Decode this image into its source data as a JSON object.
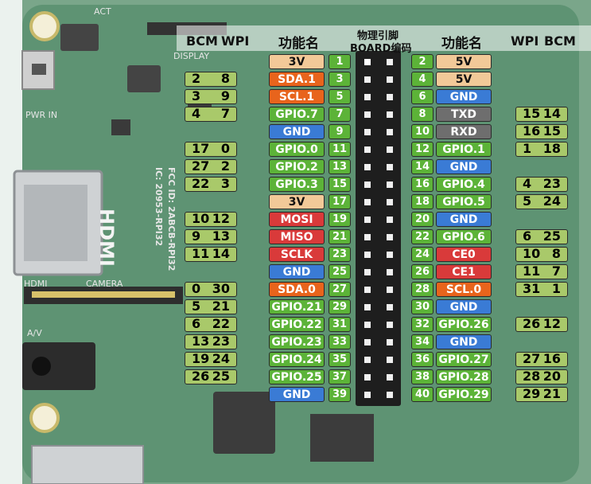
{
  "header": {
    "left_bcm": "BCM",
    "left_wpi": "WPI",
    "left_func": "功能名",
    "center_line1": "物理引脚",
    "center_line2": "BOARD编码",
    "right_func": "功能名",
    "right_wpi": "WPI",
    "right_bcm": "BCM"
  },
  "colors": {
    "power_3v": "#f2c998",
    "power_5v": "#f2c998",
    "gpio": "#5cb338",
    "gnd": "#3a7bd5",
    "i2c": "#e8641c",
    "spi": "#d93a3a",
    "uart": "#6e6e6e",
    "pin_number": "#5cb338",
    "wpi_bcm": "#a9c96a"
  },
  "left_pins": [
    {
      "pin": "1",
      "name": "3V",
      "type": "power",
      "bcm": "",
      "wpi": ""
    },
    {
      "pin": "3",
      "name": "SDA.1",
      "type": "i2c",
      "bcm": "2",
      "wpi": "8"
    },
    {
      "pin": "5",
      "name": "SCL.1",
      "type": "i2c",
      "bcm": "3",
      "wpi": "9"
    },
    {
      "pin": "7",
      "name": "GPIO.7",
      "type": "gpio",
      "bcm": "4",
      "wpi": "7"
    },
    {
      "pin": "9",
      "name": "GND",
      "type": "gnd",
      "bcm": "",
      "wpi": ""
    },
    {
      "pin": "11",
      "name": "GPIO.0",
      "type": "gpio",
      "bcm": "17",
      "wpi": "0"
    },
    {
      "pin": "13",
      "name": "GPIO.2",
      "type": "gpio",
      "bcm": "27",
      "wpi": "2"
    },
    {
      "pin": "15",
      "name": "GPIO.3",
      "type": "gpio",
      "bcm": "22",
      "wpi": "3"
    },
    {
      "pin": "17",
      "name": "3V",
      "type": "power",
      "bcm": "",
      "wpi": ""
    },
    {
      "pin": "19",
      "name": "MOSI",
      "type": "spi",
      "bcm": "10",
      "wpi": "12"
    },
    {
      "pin": "21",
      "name": "MISO",
      "type": "spi",
      "bcm": "9",
      "wpi": "13"
    },
    {
      "pin": "23",
      "name": "SCLK",
      "type": "spi",
      "bcm": "11",
      "wpi": "14"
    },
    {
      "pin": "25",
      "name": "GND",
      "type": "gnd",
      "bcm": "",
      "wpi": ""
    },
    {
      "pin": "27",
      "name": "SDA.0",
      "type": "i2c",
      "bcm": "0",
      "wpi": "30"
    },
    {
      "pin": "29",
      "name": "GPIO.21",
      "type": "gpio",
      "bcm": "5",
      "wpi": "21"
    },
    {
      "pin": "31",
      "name": "GPIO.22",
      "type": "gpio",
      "bcm": "6",
      "wpi": "22"
    },
    {
      "pin": "33",
      "name": "GPIO.23",
      "type": "gpio",
      "bcm": "13",
      "wpi": "23"
    },
    {
      "pin": "35",
      "name": "GPIO.24",
      "type": "gpio",
      "bcm": "19",
      "wpi": "24"
    },
    {
      "pin": "37",
      "name": "GPIO.25",
      "type": "gpio",
      "bcm": "26",
      "wpi": "25"
    },
    {
      "pin": "39",
      "name": "GND",
      "type": "gnd",
      "bcm": "",
      "wpi": ""
    }
  ],
  "right_pins": [
    {
      "pin": "2",
      "name": "5V",
      "type": "power",
      "wpi": "",
      "bcm": ""
    },
    {
      "pin": "4",
      "name": "5V",
      "type": "power",
      "wpi": "",
      "bcm": ""
    },
    {
      "pin": "6",
      "name": "GND",
      "type": "gnd",
      "wpi": "",
      "bcm": ""
    },
    {
      "pin": "8",
      "name": "TXD",
      "type": "uart",
      "wpi": "15",
      "bcm": "14"
    },
    {
      "pin": "10",
      "name": "RXD",
      "type": "uart",
      "wpi": "16",
      "bcm": "15"
    },
    {
      "pin": "12",
      "name": "GPIO.1",
      "type": "gpio",
      "wpi": "1",
      "bcm": "18"
    },
    {
      "pin": "14",
      "name": "GND",
      "type": "gnd",
      "wpi": "",
      "bcm": ""
    },
    {
      "pin": "16",
      "name": "GPIO.4",
      "type": "gpio",
      "wpi": "4",
      "bcm": "23"
    },
    {
      "pin": "18",
      "name": "GPIO.5",
      "type": "gpio",
      "wpi": "5",
      "bcm": "24"
    },
    {
      "pin": "20",
      "name": "GND",
      "type": "gnd",
      "wpi": "",
      "bcm": ""
    },
    {
      "pin": "22",
      "name": "GPIO.6",
      "type": "gpio",
      "wpi": "6",
      "bcm": "25"
    },
    {
      "pin": "24",
      "name": "CE0",
      "type": "spi",
      "wpi": "10",
      "bcm": "8"
    },
    {
      "pin": "26",
      "name": "CE1",
      "type": "spi",
      "wpi": "11",
      "bcm": "7"
    },
    {
      "pin": "28",
      "name": "SCL.0",
      "type": "i2c",
      "wpi": "31",
      "bcm": "1"
    },
    {
      "pin": "30",
      "name": "GND",
      "type": "gnd",
      "wpi": "",
      "bcm": ""
    },
    {
      "pin": "32",
      "name": "GPIO.26",
      "type": "gpio",
      "wpi": "26",
      "bcm": "12"
    },
    {
      "pin": "34",
      "name": "GND",
      "type": "gnd",
      "wpi": "",
      "bcm": ""
    },
    {
      "pin": "36",
      "name": "GPIO.27",
      "type": "gpio",
      "wpi": "27",
      "bcm": "16"
    },
    {
      "pin": "38",
      "name": "GPIO.28",
      "type": "gpio",
      "wpi": "28",
      "bcm": "20"
    },
    {
      "pin": "40",
      "name": "GPIO.29",
      "type": "gpio",
      "wpi": "29",
      "bcm": "21"
    }
  ],
  "board_labels": {
    "hdmi_logo": "HDMI",
    "fcc": "FCC ID: 2ABCB-RPI32",
    "ic": "IC: 20953-RPI32",
    "camera": "CAMERA",
    "display": "DISPLAY",
    "pwr_in": "PWR IN",
    "av": "A/V",
    "act": "ACT",
    "hdmi_silk": "HDMI"
  }
}
